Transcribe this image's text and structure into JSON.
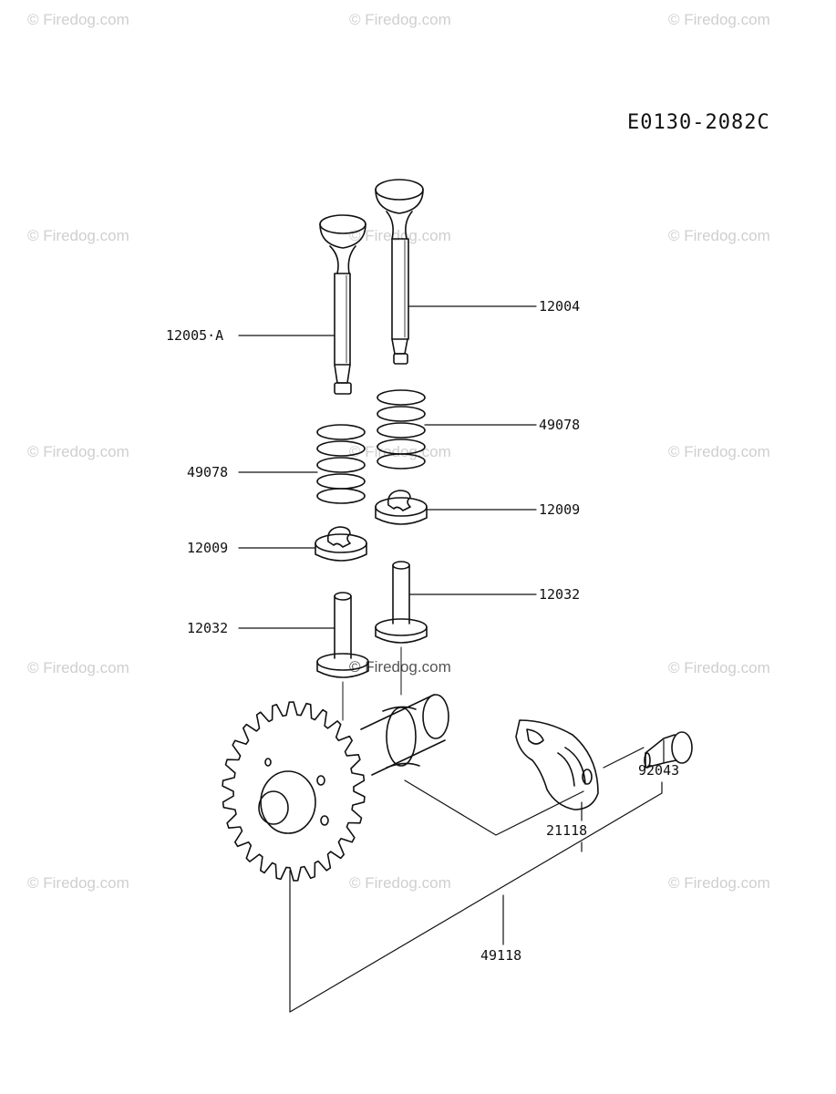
{
  "diagram_code": "E0130-2082C",
  "watermark_text": "© Firedog.com",
  "watermark_center_text": "© Firedog.com",
  "labels": {
    "valve_exhaust": "12005·A",
    "valve_intake": "12004",
    "spring_left": "49078",
    "spring_right": "49078",
    "retainer_left": "12009",
    "retainer_right": "12009",
    "lifter_left": "12032",
    "lifter_right": "12032",
    "weight": "21118",
    "bolt": "92043",
    "camshaft": "49118"
  }
}
